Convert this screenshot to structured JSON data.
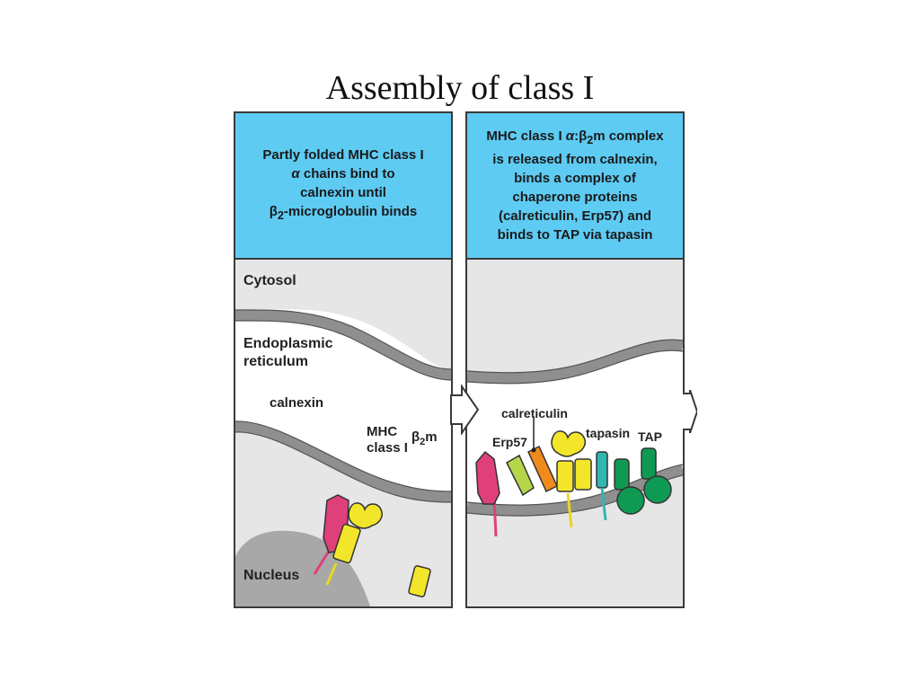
{
  "title": "Assembly of class I",
  "panel_left": {
    "caption": {
      "line1": "Partly folded MHC class I",
      "line2_symbol": "α",
      "line2_rest": " chains bind to",
      "line3": "calnexin until",
      "line4_symbol": "β",
      "line4_sub": "2",
      "line4_rest": "-microglobulin binds"
    },
    "labels": {
      "cytosol": "Cytosol",
      "er_line1": "Endoplasmic",
      "er_line2": "reticulum",
      "calnexin": "calnexin",
      "mhc_line1": "MHC",
      "mhc_line2": "class I",
      "b2m_symbol": "β",
      "b2m_sub": "2",
      "b2m_rest": "m",
      "nucleus": "Nucleus"
    }
  },
  "panel_right": {
    "caption": {
      "line1_a": "MHC class I ",
      "line1_alpha": "α",
      "line1_colon": ":",
      "line1_beta": "β",
      "line1_sub": "2",
      "line1_rest": "m complex",
      "line2": "is released from calnexin,",
      "line3": "binds a complex of",
      "line4": "chaperone proteins",
      "line5": "(calreticulin, Erp57) and",
      "line6": "binds to TAP via tapasin"
    },
    "labels": {
      "calreticulin": "calreticulin",
      "erp57": "Erp57",
      "tapasin": "tapasin",
      "tap": "TAP"
    }
  },
  "colors": {
    "caption_bg": "#5ecbf3",
    "cytosol": "#e6e6e6",
    "membrane": "#8f8f8f",
    "calnexin": "#e0407a",
    "mhc": "#f3e62a",
    "erp57": "#b6d64a",
    "calreticulin": "#f08a1c",
    "tapasin": "#2fb7b0",
    "tap": "#0f9a54",
    "nucleus": "#a8a8a8"
  }
}
